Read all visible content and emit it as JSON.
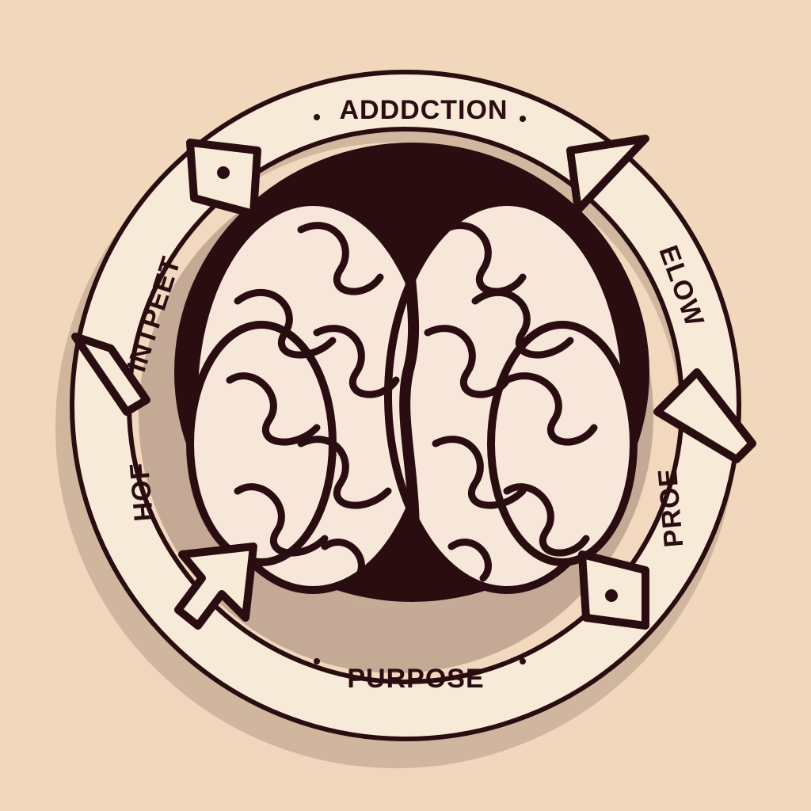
{
  "diagram": {
    "labels": {
      "top": "ADDDCTION",
      "left": "INTPEET",
      "right_upper": "ELOW",
      "left_lower": "HOF",
      "right_lower": "PROE",
      "bottom": "PURPOSE"
    },
    "colors": {
      "background": "#f0d6bb",
      "ring": "#f8ead8",
      "outline": "#2a0d10",
      "brain": "#f6e7da",
      "dark": "#2a0d10"
    }
  }
}
